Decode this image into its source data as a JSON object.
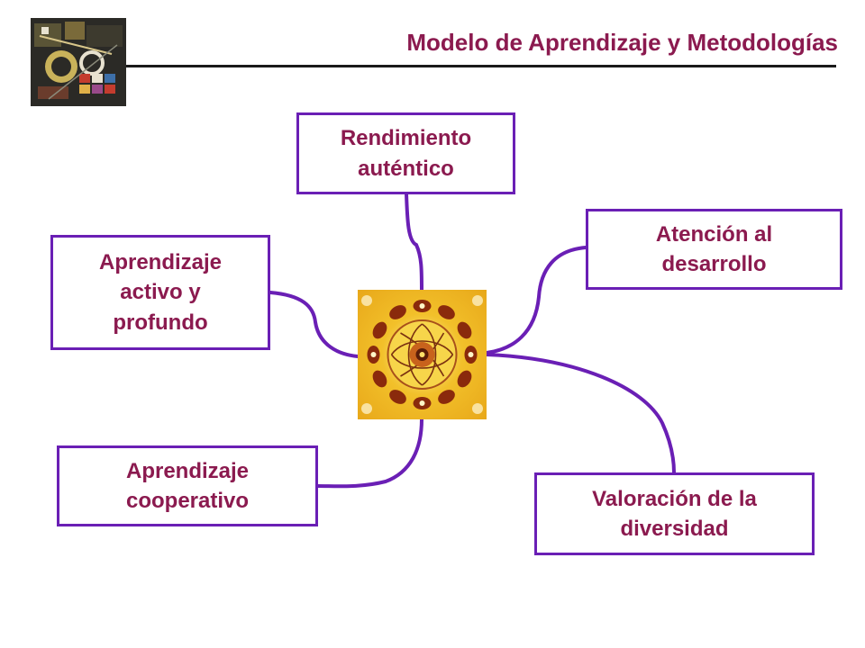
{
  "header": {
    "title": "Modelo de Aprendizaje y Metodologías"
  },
  "mindmap": {
    "center": {
      "icon": "mandala-image"
    },
    "nodes": [
      {
        "id": "rendimiento",
        "label": "Rendimiento\nauténtico"
      },
      {
        "id": "atencion",
        "label": "Atención al\ndesarrollo"
      },
      {
        "id": "activo",
        "label": "Aprendizaje\nactivo y\nprofundo"
      },
      {
        "id": "cooperativo",
        "label": "Aprendizaje\ncooperativo"
      },
      {
        "id": "valoracion",
        "label": "Valoración de la\ndiversidad"
      }
    ]
  },
  "colors": {
    "title": "#8B1A4F",
    "node_text": "#8B1A4F",
    "node_border": "#6A1FB5",
    "connector": "#6A1FB5",
    "rule": "#1a1a1a"
  },
  "icons": {
    "logo": "abstract-painting-logo"
  }
}
